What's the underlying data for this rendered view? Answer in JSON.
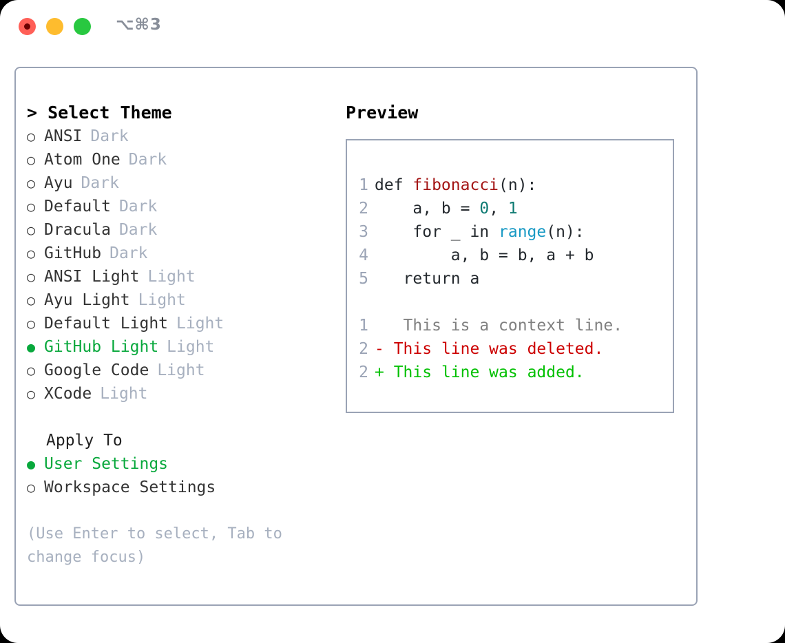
{
  "titlebar": {
    "lights": [
      "close-red",
      "minimize-yellow",
      "maximize-green"
    ],
    "shortcut": "⌥⌘3"
  },
  "colors": {
    "accent_green": "#08a83c",
    "border": "#9aa3b5",
    "muted": "#a7b0bf",
    "text": "#333333",
    "syntax_function": "#a31515",
    "syntax_number": "#0d7a72",
    "syntax_call": "#1899c4",
    "diff_added": "#00c000",
    "diff_deleted": "#cc0000",
    "diff_context": "#808080"
  },
  "theme_list": {
    "header": "> Select Theme",
    "marker_unselected": "○",
    "marker_selected": "●",
    "items": [
      {
        "name": "ANSI",
        "tag": "Dark",
        "selected": false
      },
      {
        "name": "Atom One",
        "tag": "Dark",
        "selected": false
      },
      {
        "name": "Ayu",
        "tag": "Dark",
        "selected": false
      },
      {
        "name": "Default",
        "tag": "Dark",
        "selected": false
      },
      {
        "name": "Dracula",
        "tag": "Dark",
        "selected": false
      },
      {
        "name": "GitHub",
        "tag": "Dark",
        "selected": false
      },
      {
        "name": "ANSI Light",
        "tag": "Light",
        "selected": false
      },
      {
        "name": "Ayu Light",
        "tag": "Light",
        "selected": false
      },
      {
        "name": "Default Light",
        "tag": "Light",
        "selected": false
      },
      {
        "name": "GitHub Light",
        "tag": "Light",
        "selected": true
      },
      {
        "name": "Google Code",
        "tag": "Light",
        "selected": false
      },
      {
        "name": "XCode",
        "tag": "Light",
        "selected": false
      }
    ]
  },
  "apply_to": {
    "header": "Apply To",
    "options": [
      {
        "label": "User Settings",
        "selected": true
      },
      {
        "label": "Workspace Settings",
        "selected": false
      }
    ]
  },
  "hint": "(Use Enter to select, Tab to change focus)",
  "preview": {
    "title": "Preview",
    "code_lines": [
      {
        "number": "1",
        "tokens": [
          {
            "text": "def ",
            "type": "plain"
          },
          {
            "text": "fibonacci",
            "type": "fn"
          },
          {
            "text": "(n):",
            "type": "plain"
          }
        ]
      },
      {
        "number": "2",
        "tokens": [
          {
            "text": "    a, b = ",
            "type": "plain"
          },
          {
            "text": "0",
            "type": "num"
          },
          {
            "text": ", ",
            "type": "plain"
          },
          {
            "text": "1",
            "type": "num"
          }
        ]
      },
      {
        "number": "3",
        "tokens": [
          {
            "text": "    for _ in ",
            "type": "plain"
          },
          {
            "text": "range",
            "type": "call"
          },
          {
            "text": "(n):",
            "type": "plain"
          }
        ]
      },
      {
        "number": "4",
        "tokens": [
          {
            "text": "        a, b = b, a + b",
            "type": "plain"
          }
        ]
      },
      {
        "number": "5",
        "tokens": [
          {
            "text": "   return a",
            "type": "plain"
          }
        ]
      }
    ],
    "diff_lines": [
      {
        "number": "1",
        "marker": " ",
        "text": "  This is a context line.",
        "type": "ctx"
      },
      {
        "number": "2",
        "marker": "-",
        "text": " This line was deleted.",
        "type": "del"
      },
      {
        "number": "2",
        "marker": "+",
        "text": " This line was added.",
        "type": "add"
      }
    ]
  }
}
